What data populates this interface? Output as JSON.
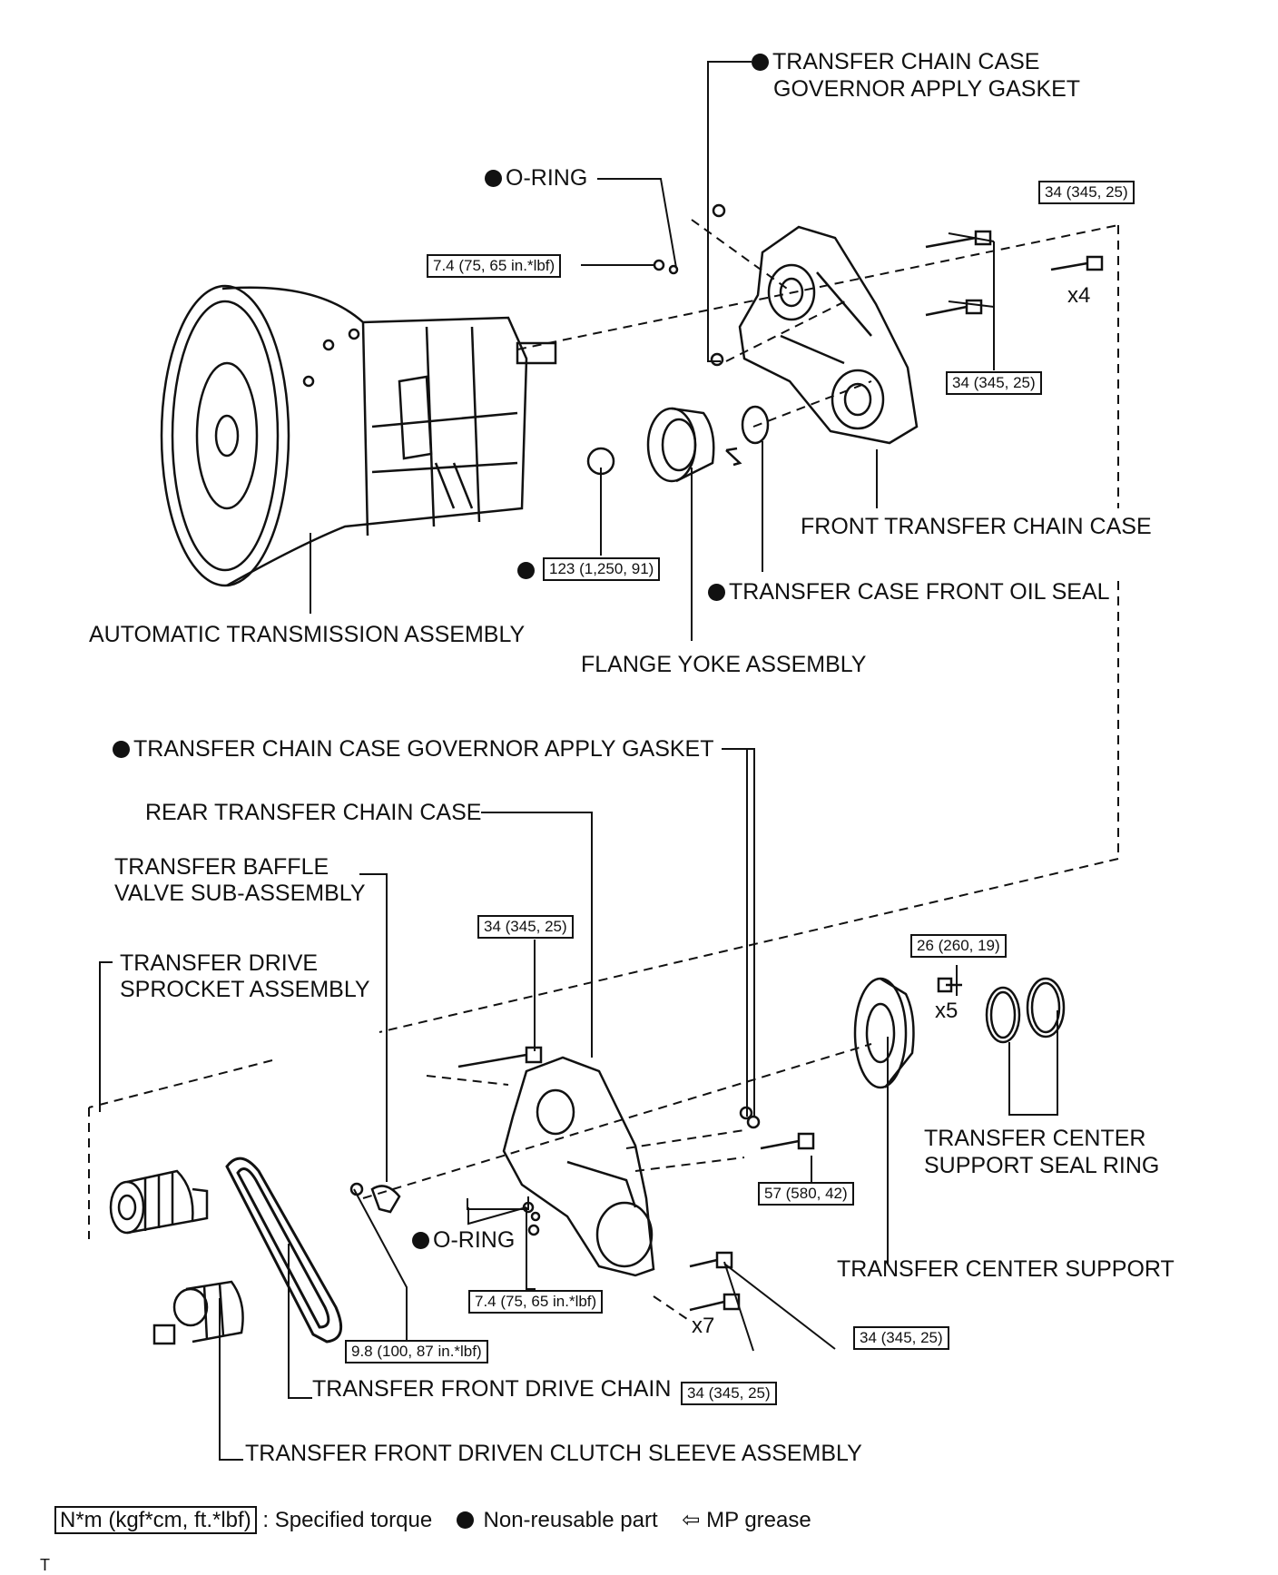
{
  "labels": {
    "gasket_top": [
      "TRANSFER CHAIN CASE",
      "GOVERNOR APPLY GASKET"
    ],
    "o_ring_top": "O-RING",
    "front_case": "FRONT TRANSFER CHAIN CASE",
    "front_oil_seal": "TRANSFER CASE FRONT OIL SEAL",
    "auto_trans": "AUTOMATIC TRANSMISSION ASSEMBLY",
    "flange_yoke": "FLANGE YOKE ASSEMBLY",
    "gasket_mid": "TRANSFER CHAIN CASE GOVERNOR APPLY GASKET",
    "rear_case": "REAR TRANSFER CHAIN CASE",
    "baffle_valve": [
      "TRANSFER BAFFLE",
      "VALVE SUB-ASSEMBLY"
    ],
    "drive_sprocket": [
      "TRANSFER DRIVE",
      "SPROCKET ASSEMBLY"
    ],
    "seal_ring": [
      "TRANSFER CENTER",
      "SUPPORT SEAL RING"
    ],
    "o_ring_bottom": "O-RING",
    "center_support": "TRANSFER CENTER SUPPORT",
    "drive_chain": "TRANSFER FRONT DRIVE CHAIN",
    "clutch_sleeve": "TRANSFER FRONT DRIVEN CLUTCH SLEEVE ASSEMBLY"
  },
  "torques": {
    "top_right": "34 (345, 25)",
    "o_ring_plug_top": "7.4 (75, 65 in.*lbf)",
    "front_case_bolts": "34 (345, 25)",
    "flange_nut": "123 (1,250, 91)",
    "rear_bolt_top": "34 (345, 25)",
    "center_support_bolts": "26 (260, 19)",
    "big_bolt": "57 (580, 42)",
    "o_ring_plug_bottom": "7.4 (75, 65 in.*lbf)",
    "baffle_bolt": "9.8 (100, 87 in.*lbf)",
    "rear_bolt_side": "34 (345, 25)",
    "rear_bolt_bottom": "34 (345, 25)"
  },
  "quantities": {
    "x4": "x4",
    "x5": "x5",
    "x7": "x7"
  },
  "legend": {
    "torque_unit": "N*m (kgf*cm, ft.*lbf)",
    "torque_text": ": Specified torque",
    "nonreusable_text": "Non-reusable part",
    "grease_text": "MP grease"
  },
  "page_mark": "T"
}
